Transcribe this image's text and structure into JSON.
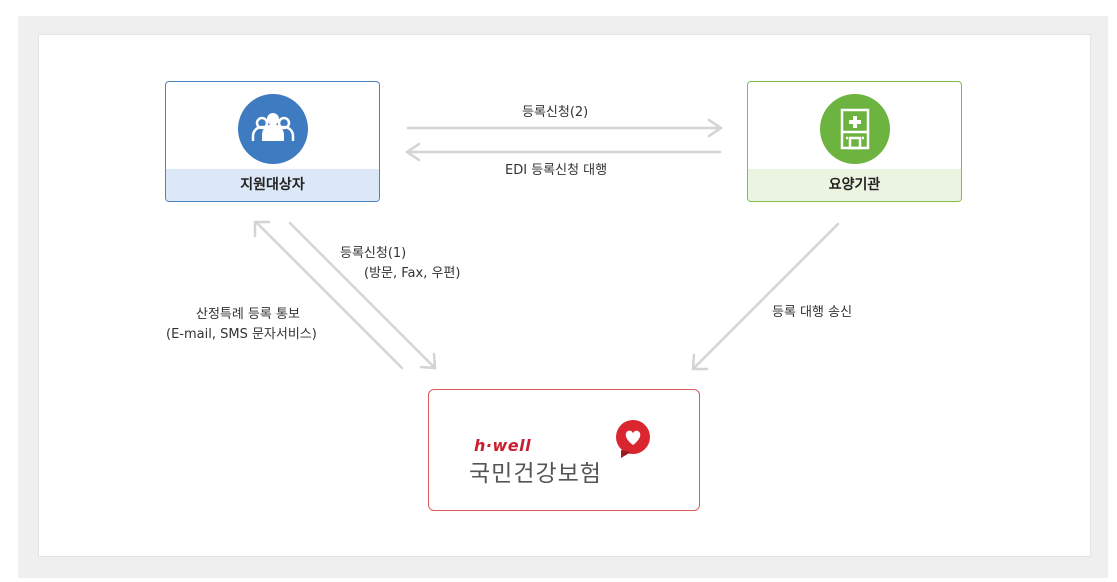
{
  "nodes": {
    "support_target": {
      "label": "지원대상자",
      "icon": "people-group-icon",
      "color": "#3f7bc1"
    },
    "care_institution": {
      "label": "요양기관",
      "icon": "hospital-building-icon",
      "color": "#6cb33f"
    },
    "nhis": {
      "logo_small": "h·well",
      "logo_big": "국민건강보험",
      "icon": "heart-speech-bubble-icon",
      "color": "#c8202f"
    }
  },
  "edges": {
    "reg_request_2": "등록신청(2)",
    "edi_proxy": "EDI 등록신청 대행",
    "reg_request_1_line1": "등록신청(1)",
    "reg_request_1_line2": "(방문, Fax, 우편)",
    "notify_line1": "산정특례 등록 통보",
    "notify_line2": "(E-mail, SMS 문자서비스)",
    "proxy_send": "등록 대행 송신"
  }
}
